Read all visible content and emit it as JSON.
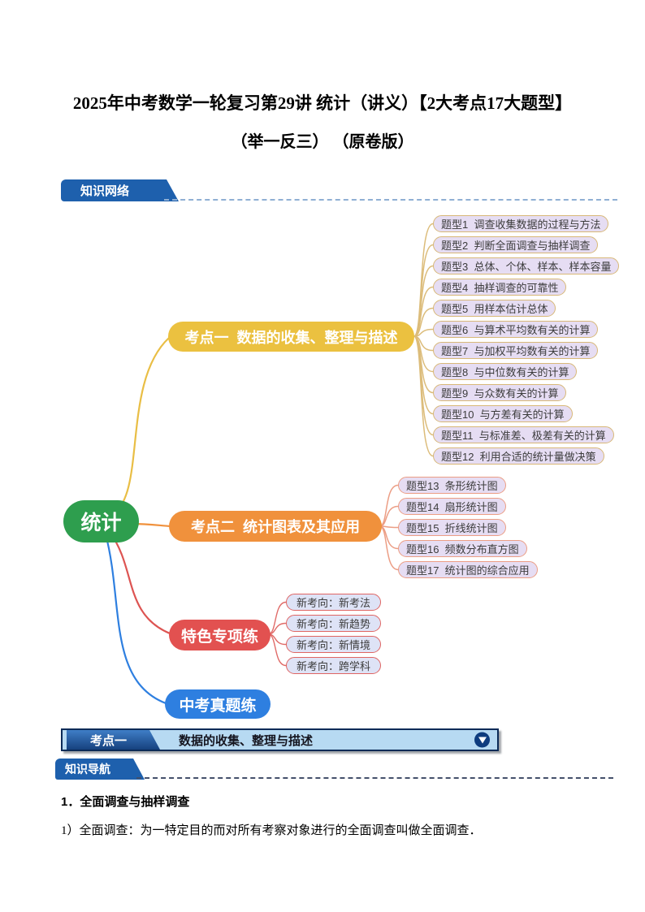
{
  "title": {
    "line1": "2025年中考数学一轮复习第29讲 统计（讲义）【2大考点17大题型】",
    "line2": "（举一反三） （原卷版）"
  },
  "badges": {
    "knowledge_network": "知识网络",
    "knowledge_navigation": "知识导航"
  },
  "mindmap": {
    "root": "统计",
    "branches": [
      {
        "label": "考点一  数据的收集、整理与描述",
        "color": "#EBC140",
        "items": [
          "题型1  调查收集数据的过程与方法",
          "题型2  判断全面调查与抽样调查",
          "题型3  总体、个体、样本、样本容量",
          "题型4  抽样调查的可靠性",
          "题型5  用样本估计总体",
          "题型6  与算术平均数有关的计算",
          "题型7  与加权平均数有关的计算",
          "题型8  与中位数有关的计算",
          "题型9  与众数有关的计算",
          "题型10  与方差有关的计算",
          "题型11  与标准差、极差有关的计算",
          "题型12  利用合适的统计量做决策"
        ]
      },
      {
        "label": "考点二  统计图表及其应用",
        "color": "#F0913C",
        "items": [
          "题型13  条形统计图",
          "题型14  扇形统计图",
          "题型15  折线统计图",
          "题型16  频数分布直方图",
          "题型17  统计图的综合应用"
        ]
      },
      {
        "label": "特色专项练",
        "color": "#E25150",
        "items": [
          "新考向：新考法",
          "新考向：新趋势",
          "新考向：新情境",
          "新考向：跨学科"
        ]
      },
      {
        "label": "中考真题练",
        "color": "#2E7FE0",
        "items": []
      }
    ]
  },
  "section_header": {
    "tab": "考点一",
    "title": "数据的收集、整理与描述"
  },
  "content": {
    "heading": "1．全面调查与抽样调查",
    "paragraph": "1）全面调查：为一特定目的而对所有考察对象进行的全面调查叫做全面调查．"
  },
  "colors": {
    "badge_blue": "#1E60AD",
    "root_green": "#2E9E4E",
    "branch1_yellow": "#EBC140",
    "branch2_orange": "#F0913C",
    "branch3_red": "#E25150",
    "branch4_blue": "#2E7FE0",
    "topic_fill": "#E6DDF3",
    "topic_border_tan": "#D8B878",
    "topic_border_salmon": "#EC9E85",
    "newdir_fill": "#DEE3F6",
    "newdir_border_red": "#DF6563",
    "bar_fill": "#B7DAF2",
    "bar_border": "#0B2B57"
  }
}
